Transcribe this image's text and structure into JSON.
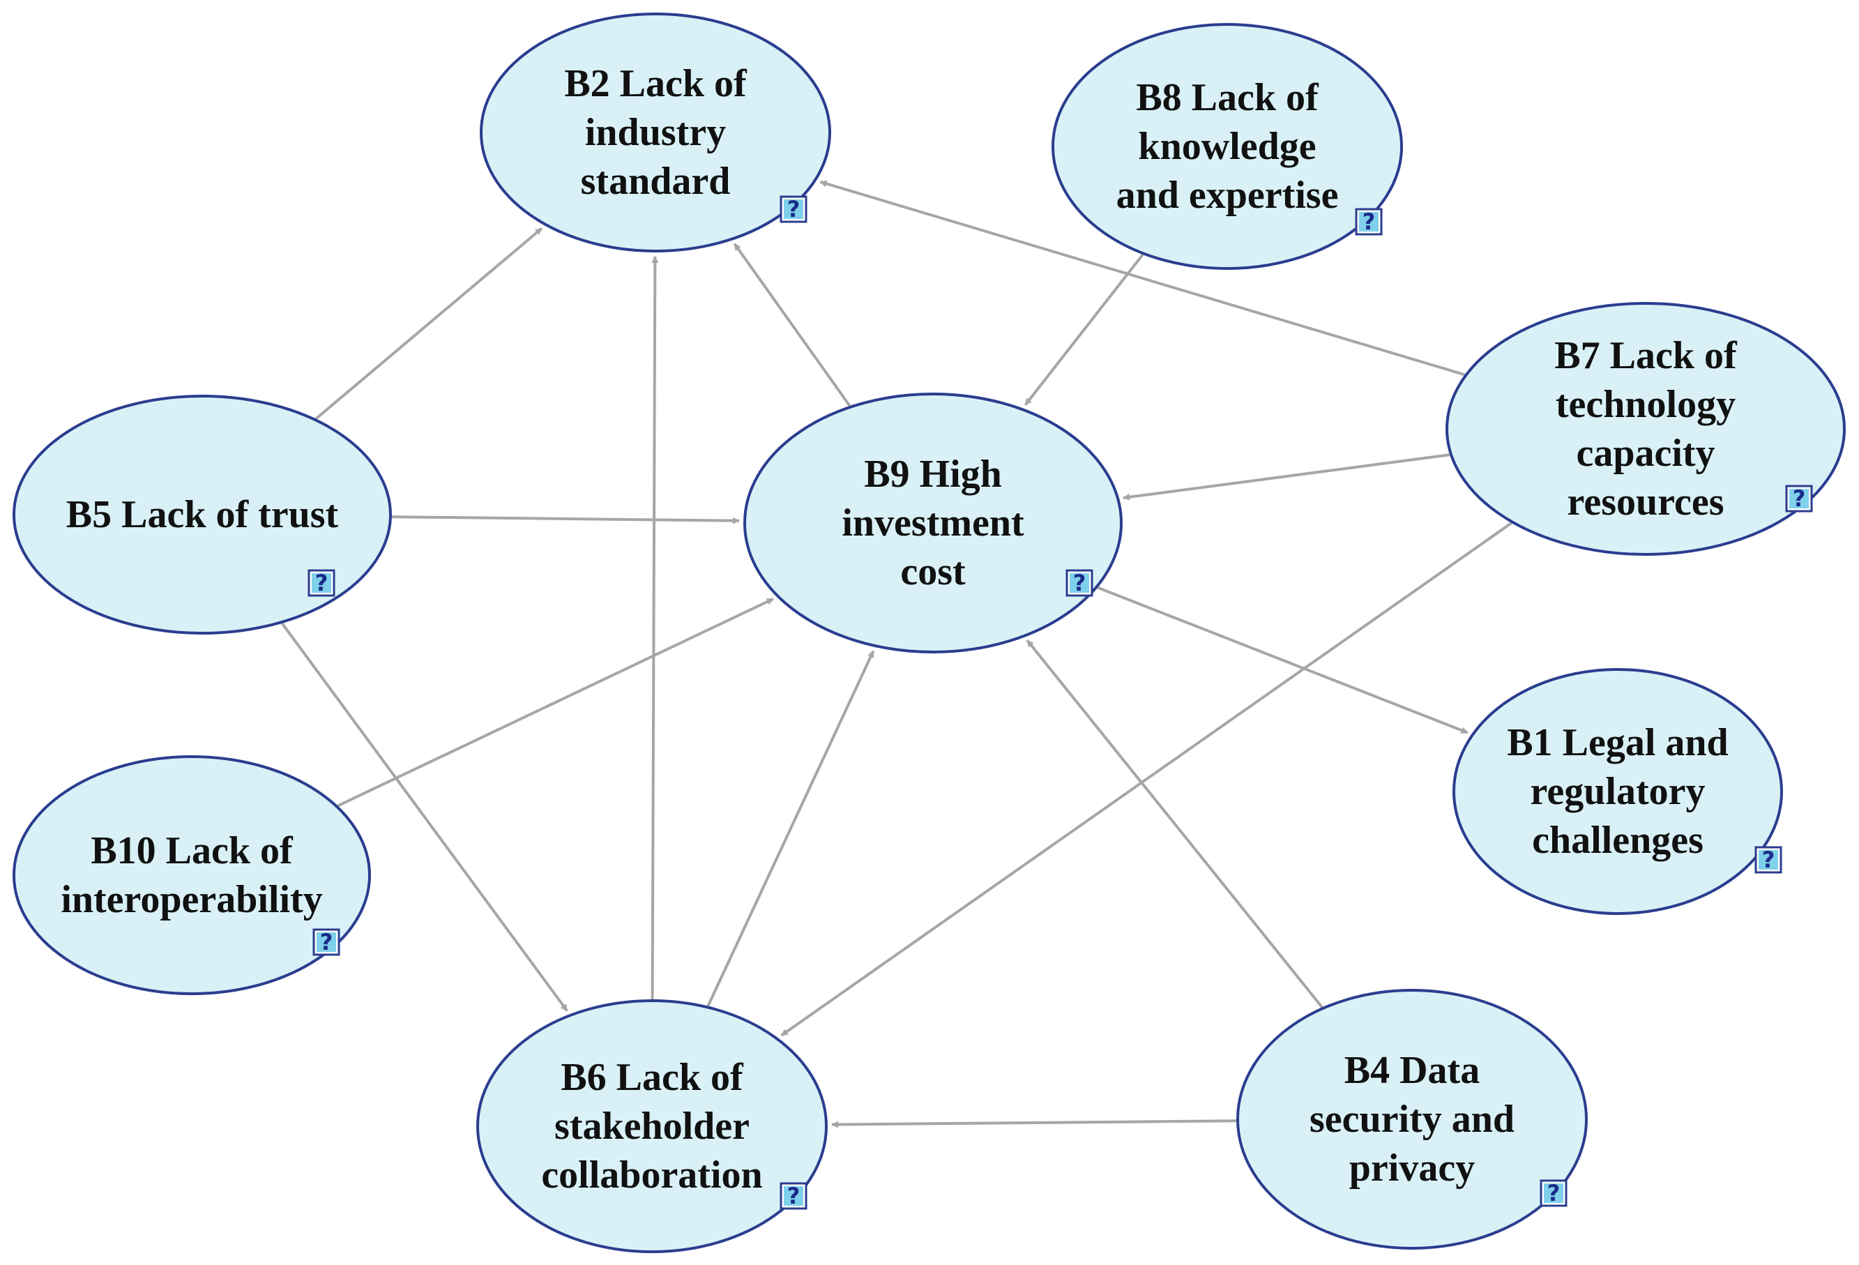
{
  "diagram": {
    "colors": {
      "node_fill": "#d9f1f6",
      "node_border": "#2a3d8f",
      "edge": "#a6a6a6",
      "text": "#111111",
      "help_icon": "#7fd0ea"
    },
    "nodes": [
      {
        "id": "B2",
        "lines": [
          "B2 Lack of",
          "industry",
          "standard"
        ]
      },
      {
        "id": "B8",
        "lines": [
          "B8 Lack of",
          "knowledge",
          "and expertise"
        ]
      },
      {
        "id": "B7",
        "lines": [
          "B7 Lack of",
          "technology",
          "capacity",
          "resources"
        ]
      },
      {
        "id": "B5",
        "lines": [
          "B5 Lack of trust"
        ]
      },
      {
        "id": "B9",
        "lines": [
          "B9 High",
          "investment",
          "cost"
        ]
      },
      {
        "id": "B1",
        "lines": [
          "B1 Legal and",
          "regulatory",
          "challenges"
        ]
      },
      {
        "id": "B10",
        "lines": [
          "B10 Lack of",
          "interoperability"
        ]
      },
      {
        "id": "B6",
        "lines": [
          "B6 Lack of",
          "stakeholder",
          "collaboration"
        ]
      },
      {
        "id": "B4",
        "lines": [
          "B4 Data",
          "security and",
          "privacy"
        ]
      }
    ],
    "edges": [
      {
        "from": "B5",
        "to": "B2"
      },
      {
        "from": "B9",
        "to": "B2"
      },
      {
        "from": "B6",
        "to": "B2"
      },
      {
        "from": "B7",
        "to": "B2"
      },
      {
        "from": "B8",
        "to": "B9"
      },
      {
        "from": "B7",
        "to": "B9"
      },
      {
        "from": "B5",
        "to": "B9"
      },
      {
        "from": "B10",
        "to": "B9"
      },
      {
        "from": "B6",
        "to": "B9"
      },
      {
        "from": "B4",
        "to": "B9"
      },
      {
        "from": "B9",
        "to": "B1"
      },
      {
        "from": "B5",
        "to": "B6"
      },
      {
        "from": "B7",
        "to": "B6"
      },
      {
        "from": "B4",
        "to": "B6"
      }
    ],
    "help_icon_glyph": "?"
  }
}
